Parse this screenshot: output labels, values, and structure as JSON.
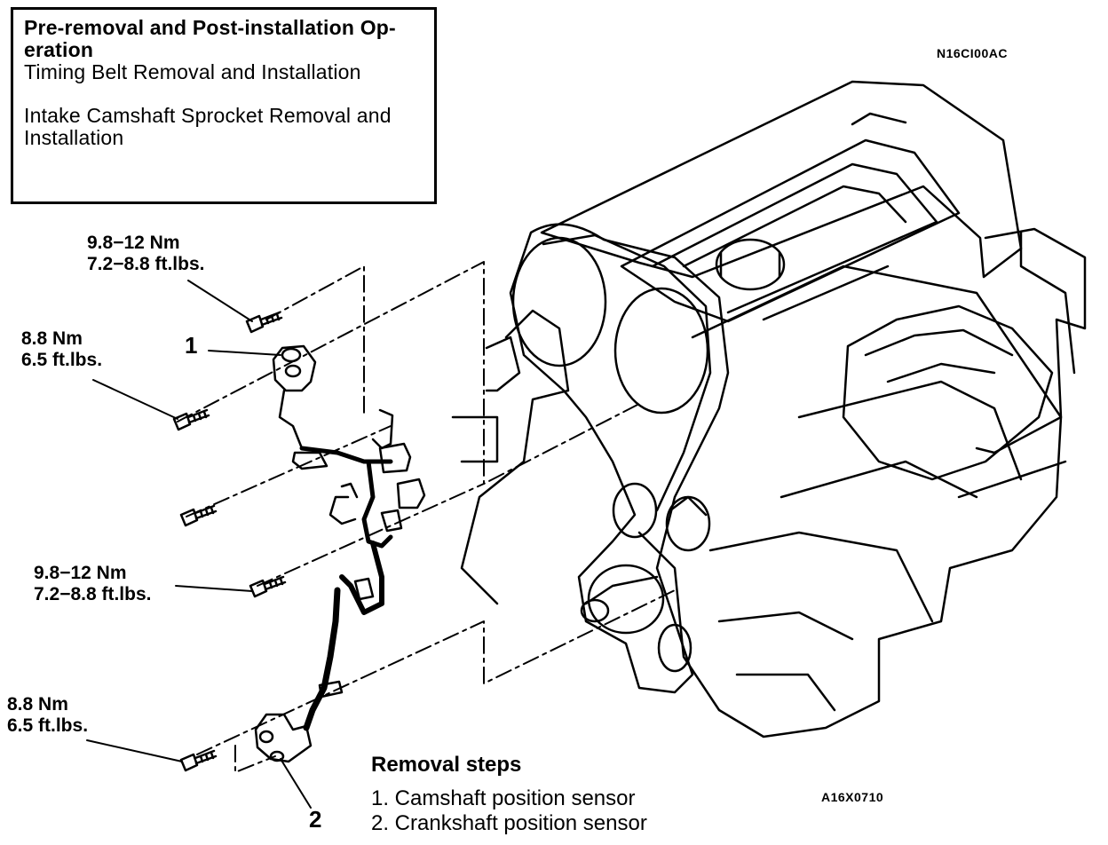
{
  "header_box": {
    "line1": "Pre-removal and Post-installation Op-",
    "line2": "eration",
    "line3": "Timing Belt Removal and Installation",
    "line4": "Intake Camshaft Sprocket Removal and",
    "line5": "Installation"
  },
  "figure_codes": {
    "top_right": "N16CI00AC",
    "bottom_right": "A16X0710"
  },
  "torque_labels": [
    {
      "nm": "9.8−12 Nm",
      "ftlbs": "7.2−8.8 ft.lbs."
    },
    {
      "nm": "8.8 Nm",
      "ftlbs": "6.5 ft.lbs."
    },
    {
      "nm": "9.8−12 Nm",
      "ftlbs": "7.2−8.8 ft.lbs."
    },
    {
      "nm": "8.8 Nm",
      "ftlbs": "6.5 ft.lbs."
    }
  ],
  "callouts": [
    "1",
    "2"
  ],
  "removal_steps": {
    "title": "Removal steps",
    "items": [
      "1. Camshaft position sensor",
      "2. Crankshaft position sensor"
    ]
  }
}
